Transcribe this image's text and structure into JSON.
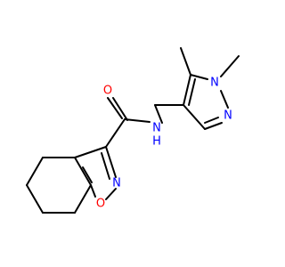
{
  "colors": {
    "bond": "#000000",
    "carbon": "#000000",
    "nitrogen": "#0000ff",
    "oxygen": "#ff0000",
    "background": "#ffffff"
  },
  "atom_labels": {
    "o_carbonyl": "O",
    "n_amide": "N",
    "h_amide": "H",
    "n_isoxazole": "N",
    "o_isoxazole": "O",
    "n1_pyrazole": "N",
    "n2_pyrazole": "N"
  }
}
